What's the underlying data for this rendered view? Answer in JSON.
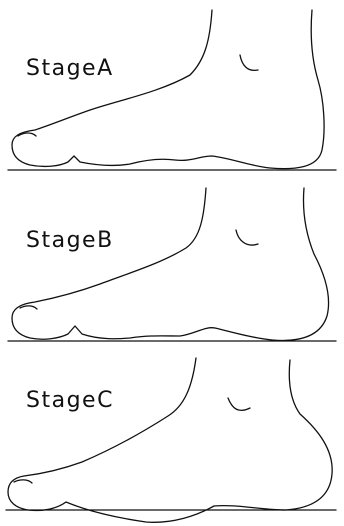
{
  "stages": [
    {
      "label": "StageA"
    },
    {
      "label": "StageB"
    },
    {
      "label": "StageC"
    }
  ]
}
